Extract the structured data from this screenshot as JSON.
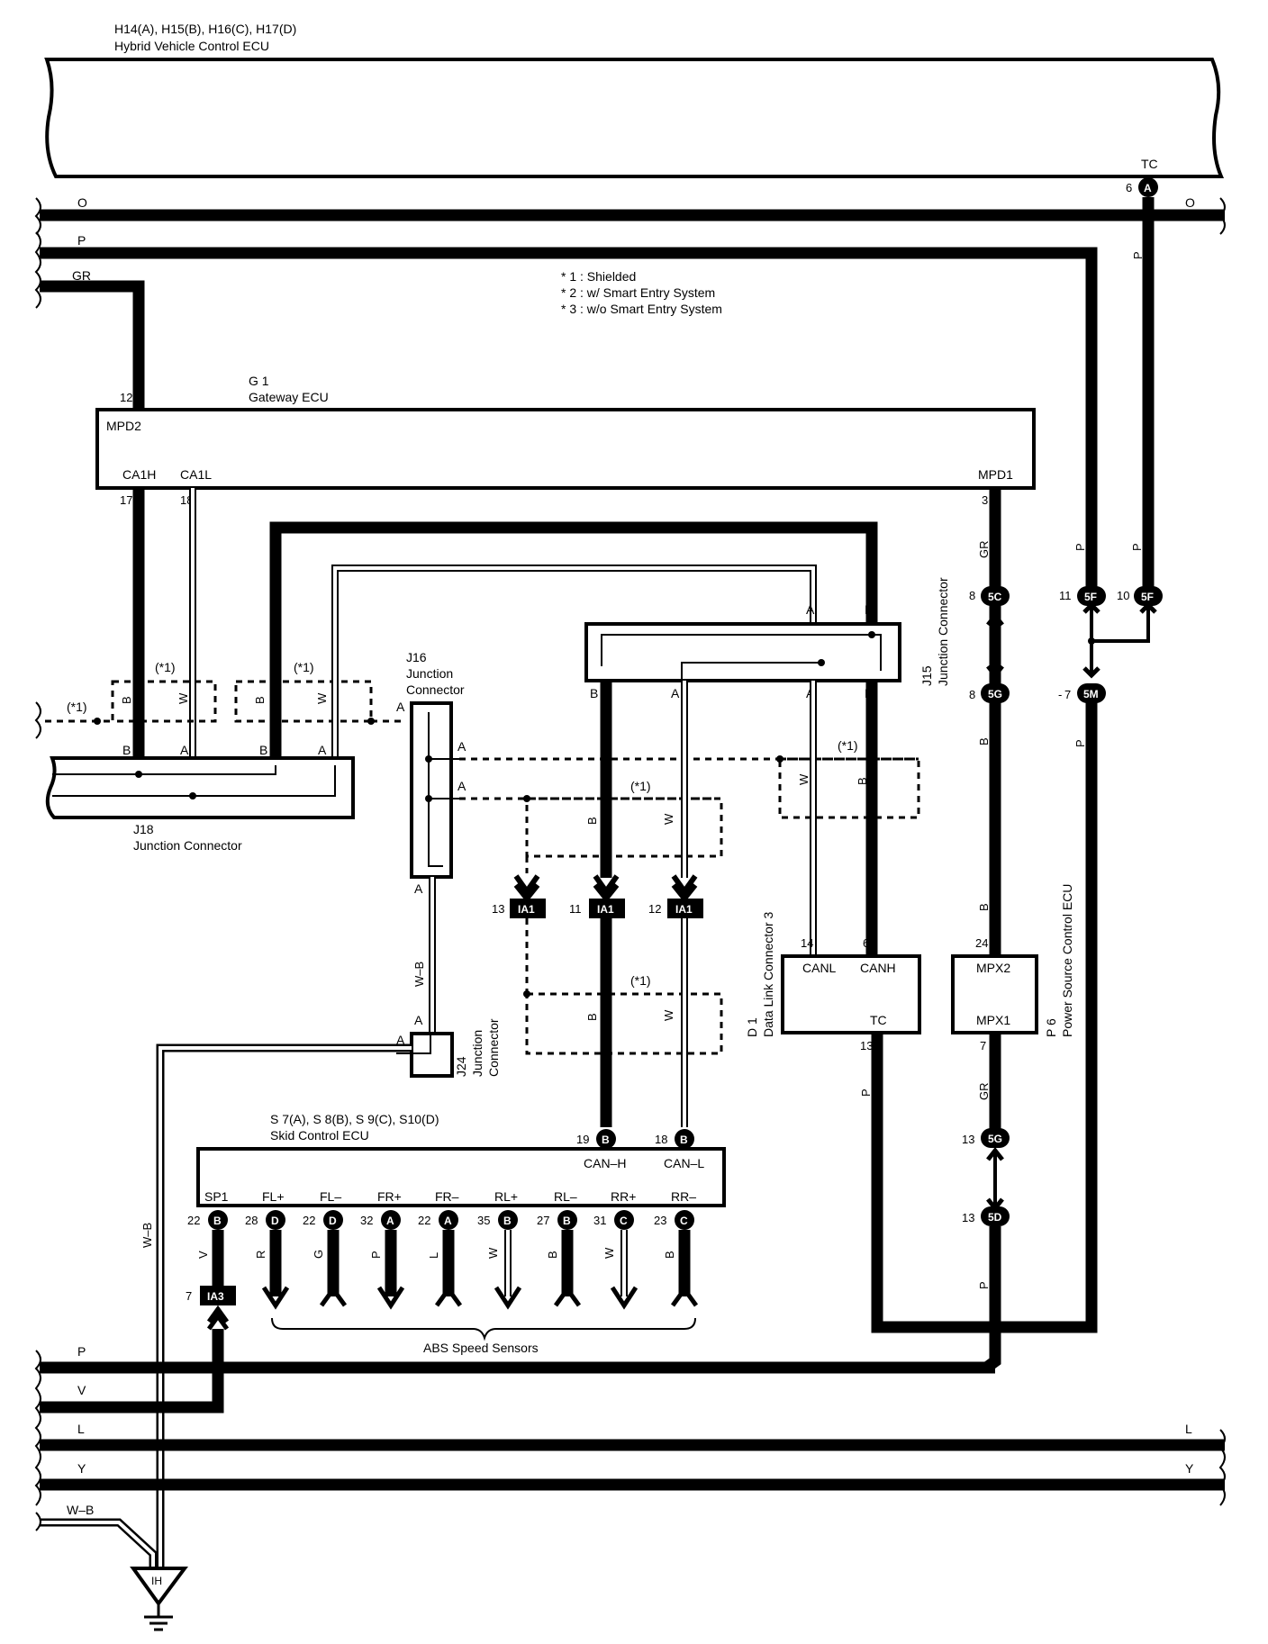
{
  "components": {
    "hv_ecu": {
      "ref": "H14(A), H15(B), H16(C), H17(D)",
      "name": "Hybrid Vehicle Control ECU",
      "pin_tc": "TC",
      "pin_tc_no": "6",
      "pin_tc_conn": "A"
    },
    "gateway": {
      "ref": "G 1",
      "name": "Gateway ECU",
      "pins": {
        "mpd2": "MPD2",
        "ca1h": "CA1H",
        "ca1l": "CA1L",
        "mpd1": "MPD1"
      },
      "nums": {
        "mpd2": "12",
        "ca1h": "17",
        "ca1l": "18",
        "mpd1": "3"
      }
    },
    "j18": {
      "ref": "J18",
      "name": "Junction Connector"
    },
    "j16": {
      "ref": "J16",
      "name1": "Junction",
      "name2": "Connector"
    },
    "j15": {
      "ref": "J15",
      "name": "Junction Connector"
    },
    "j24": {
      "ref": "J24",
      "name1": "Junction",
      "name2": "Connector"
    },
    "dlc": {
      "ref": "D 1",
      "name": "Data Link Connector 3",
      "pins": {
        "canl": "CANL",
        "canh": "CANH",
        "tc": "TC"
      },
      "nums": {
        "canl": "14",
        "canh": "6",
        "tc": "13"
      }
    },
    "psc": {
      "ref": "P 6",
      "name": "Power Source Control ECU",
      "pins": {
        "mpx2": "MPX2",
        "mpx1": "MPX1"
      },
      "nums": {
        "mpx2": "24",
        "mpx1": "7"
      }
    },
    "skid": {
      "ref": "S 7(A), S 8(B), S 9(C), S10(D)",
      "name": "Skid Control ECU",
      "canh": "CAN–H",
      "canl": "CAN–L",
      "canh_no": "19",
      "canl_no": "18"
    }
  },
  "notes": [
    "* 1 : Shielded",
    "* 2 : w/ Smart Entry System",
    "* 3 : w/o Smart Entry System"
  ],
  "shield": "(*1)",
  "wires": {
    "o": "O",
    "p": "P",
    "gr": "GR",
    "l": "L",
    "y": "Y",
    "v": "V",
    "wb": "W–B",
    "b": "B",
    "w": "W",
    "r": "R",
    "g": "G"
  },
  "pin_letters": {
    "a": "A",
    "b": "B",
    "c": "C",
    "d": "D"
  },
  "connectors": {
    "c5c": "5C",
    "c5g": "5G",
    "c5f": "5F",
    "c5m": "5M",
    "c5d": "5D",
    "ia1": "IA1",
    "ia3": "IA3",
    "ih": "IH"
  },
  "connector_nums": {
    "c5c": "8",
    "c5g_top": "8",
    "c5f_a": "11",
    "c5f_b": "10",
    "c5m": "7",
    "c5g_bot": "13",
    "c5d": "13",
    "ia1_a": "13",
    "ia1_b": "11",
    "ia1_c": "12",
    "ia3": "7"
  },
  "skid_pins": [
    {
      "name": "SP1",
      "num": "22",
      "conn": "B"
    },
    {
      "name": "FL+",
      "num": "28",
      "conn": "D"
    },
    {
      "name": "FL–",
      "num": "22",
      "conn": "D"
    },
    {
      "name": "FR+",
      "num": "32",
      "conn": "A"
    },
    {
      "name": "FR–",
      "num": "22",
      "conn": "A"
    },
    {
      "name": "RL+",
      "num": "35",
      "conn": "B"
    },
    {
      "name": "RL–",
      "num": "27",
      "conn": "B"
    },
    {
      "name": "RR+",
      "num": "31",
      "conn": "C"
    },
    {
      "name": "RR–",
      "num": "23",
      "conn": "C"
    }
  ],
  "sensor_wires": [
    "R",
    "G",
    "P",
    "L",
    "W",
    "B",
    "W",
    "B"
  ],
  "sensor_label": "ABS Speed Sensors"
}
